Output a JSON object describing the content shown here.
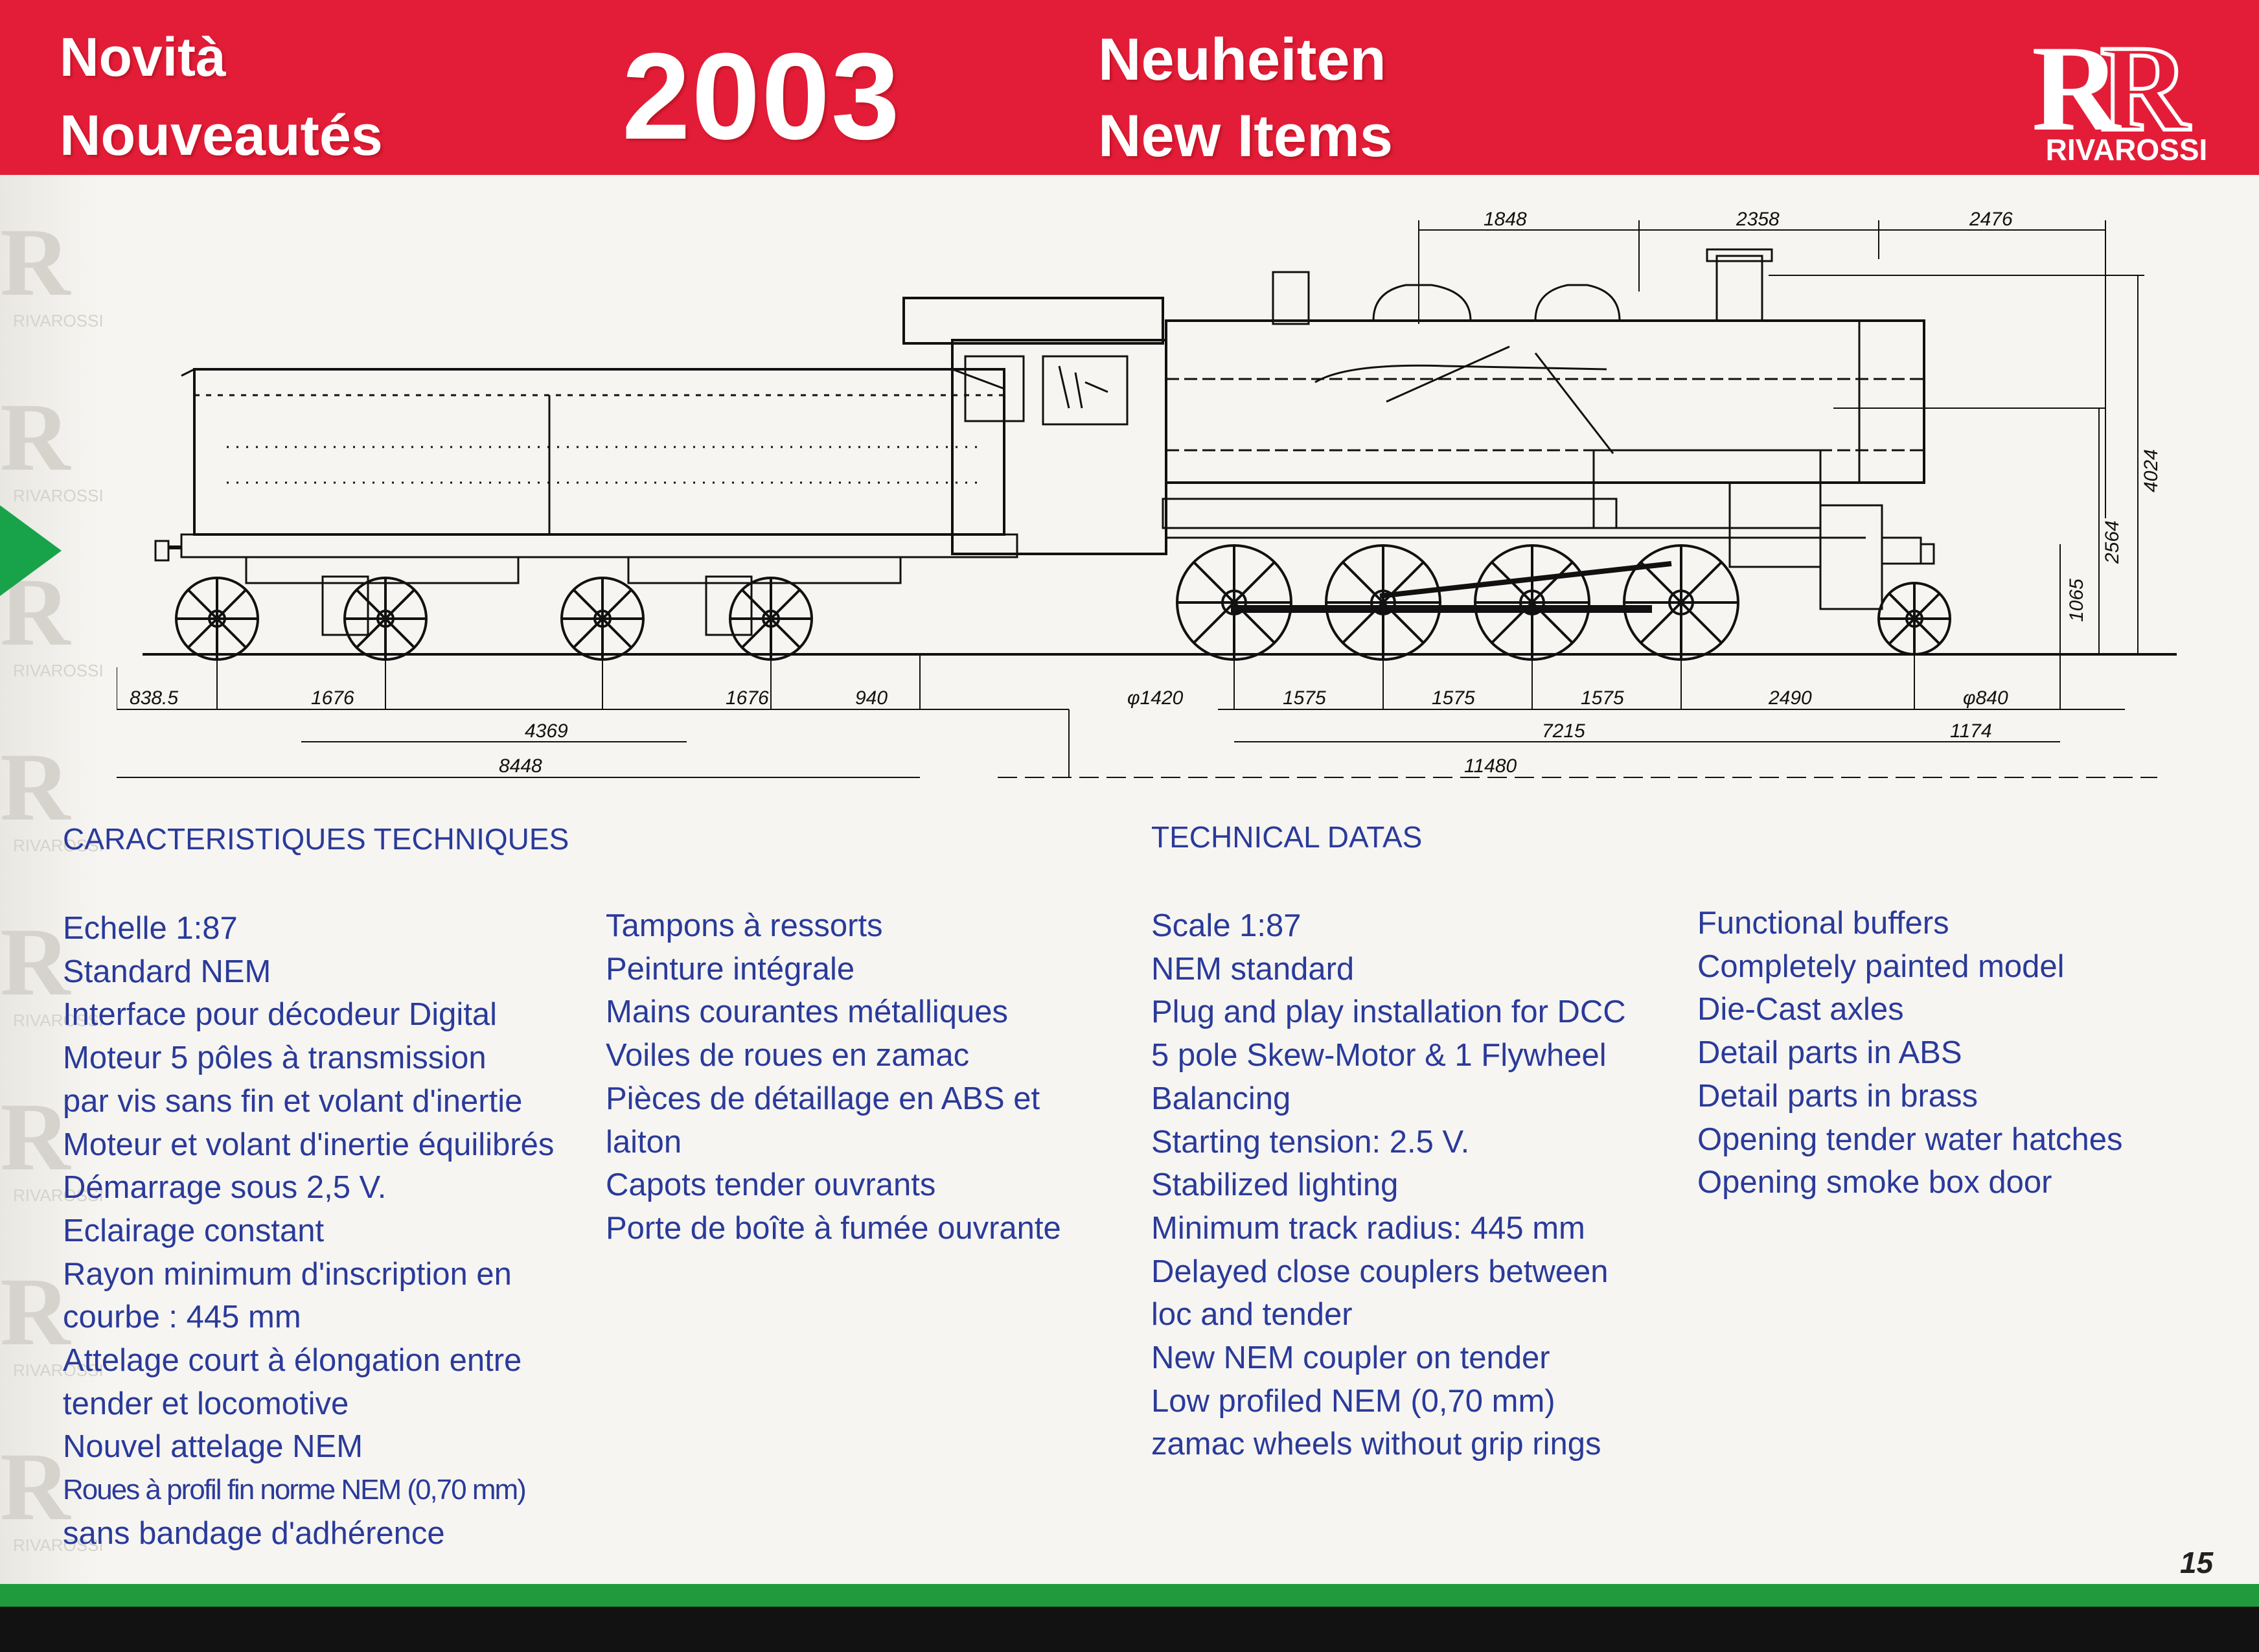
{
  "header": {
    "novita": "Novità",
    "nouveautes": "Nouveautés",
    "year": "2003",
    "neuheiten": "Neuheiten",
    "new_items": "New Items",
    "brand": "RIVAROSSI"
  },
  "colors": {
    "banner": "#e31d38",
    "text_blue": "#2a3a9a",
    "green_bar": "#1f9b3d"
  },
  "drawing": {
    "dims_top": [
      "1848",
      "2358",
      "2476"
    ],
    "dims_right": [
      "4024",
      "2564",
      "1065"
    ],
    "dims_tender": [
      "838.5",
      "1676",
      "1676",
      "940",
      "4369",
      "8448"
    ],
    "dims_loco": [
      "φ1420",
      "1575",
      "1575",
      "1575",
      "2490",
      "φ840",
      "7215",
      "1174",
      "11480"
    ]
  },
  "french": {
    "heading": "CARACTERISTIQUES TECHNIQUES",
    "col1": [
      "Echelle 1:87",
      "Standard NEM",
      "Interface pour décodeur Digital",
      "Moteur 5 pôles à transmission",
      "par vis sans fin et volant d'inertie",
      "Moteur et volant d'inertie équilibrés",
      "Démarrage sous 2,5 V.",
      "Eclairage constant",
      "Rayon minimum d'inscription en",
      "courbe : 445 mm",
      "Attelage court à élongation entre",
      "tender et locomotive",
      "Nouvel attelage NEM",
      "Roues à profil fin norme NEM (0,70 mm)",
      "sans bandage d'adhérence"
    ],
    "col2": [
      "Tampons à ressorts",
      "Peinture intégrale",
      "Mains courantes métalliques",
      "Voiles de roues en zamac",
      "Pièces de détaillage en ABS et",
      "laiton",
      "Capots tender ouvrants",
      "Porte de boîte à fumée ouvrante"
    ]
  },
  "english": {
    "heading": "TECHNICAL DATAS",
    "col1": [
      "Scale 1:87",
      "NEM standard",
      "Plug and play installation for DCC",
      "5 pole Skew-Motor & 1 Flywheel",
      "Balancing",
      "Starting tension: 2.5 V.",
      "Stabilized lighting",
      "Minimum track radius: 445 mm",
      "Delayed close couplers between",
      "loc and tender",
      "New NEM coupler on tender",
      "Low profiled NEM (0,70 mm)",
      "zamac wheels without grip rings"
    ],
    "col2": [
      "Functional buffers",
      "Completely painted model",
      "Die-Cast axles",
      "Detail parts in ABS",
      "Detail parts in brass",
      "Opening tender water hatches",
      "Opening smoke box door"
    ]
  },
  "footer": {
    "page_number": "15"
  }
}
